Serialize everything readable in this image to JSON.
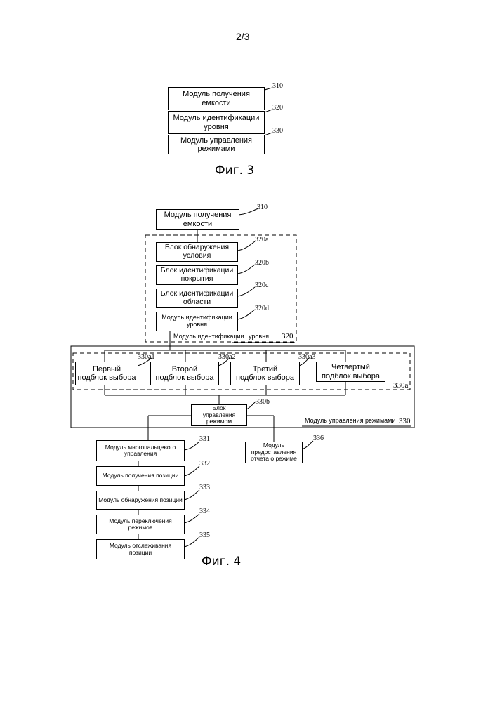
{
  "page_number": "2/3",
  "fig3": {
    "caption": "Фиг. 3",
    "boxes": [
      {
        "label": "Модуль получения\nемкости",
        "ref": "310"
      },
      {
        "label": "Модуль идентификации\nуровня",
        "ref": "320"
      },
      {
        "label": "Модуль управления\nрежимами",
        "ref": "330"
      }
    ]
  },
  "fig4": {
    "caption": "Фиг. 4",
    "capacity_module": {
      "label": "Модуль получения\nемкости",
      "ref": "310"
    },
    "level_group": {
      "label": "Модуль идентификации",
      "label2": "уровня",
      "ref": "320",
      "blocks": [
        {
          "label": "Блок обнаружения\nусловия",
          "ref": "320a"
        },
        {
          "label": "Блок идентификации\nпокрытия",
          "ref": "320b"
        },
        {
          "label": "Блок идентификации\nобласти",
          "ref": "320c"
        },
        {
          "label": "Модуль идентификации\nуровня",
          "ref": "320d"
        }
      ]
    },
    "mode_module": {
      "label": "Модуль управления режимами",
      "ref": "330"
    },
    "selection_group": {
      "ref": "330a",
      "subblocks": [
        {
          "label": "Первый\nподблок выбора",
          "ref": "330a1"
        },
        {
          "label": "Второй\nподблок выбора",
          "ref": "330a2"
        },
        {
          "label": "Третий\nподблок выбора",
          "ref": "330a3"
        },
        {
          "label": "Четвертый\nподблок выбора",
          "ref": ""
        }
      ]
    },
    "mode_control_block": {
      "label": "Блок\nуправления\nрежимом",
      "ref": "330b"
    },
    "submodules": [
      {
        "label": "Модуль многопальцевого\nуправления",
        "ref": "331"
      },
      {
        "label": "Модуль получения позиции",
        "ref": "332"
      },
      {
        "label": "Модуль обнаружения позиции",
        "ref": "333"
      },
      {
        "label": "Модуль переключения\nрежимов",
        "ref": "334"
      },
      {
        "label": "Модуль отслеживания\nпозиции",
        "ref": "335"
      }
    ],
    "report_module": {
      "label": "Модуль\nпредоставления\nотчета о режиме",
      "ref": "336"
    }
  }
}
